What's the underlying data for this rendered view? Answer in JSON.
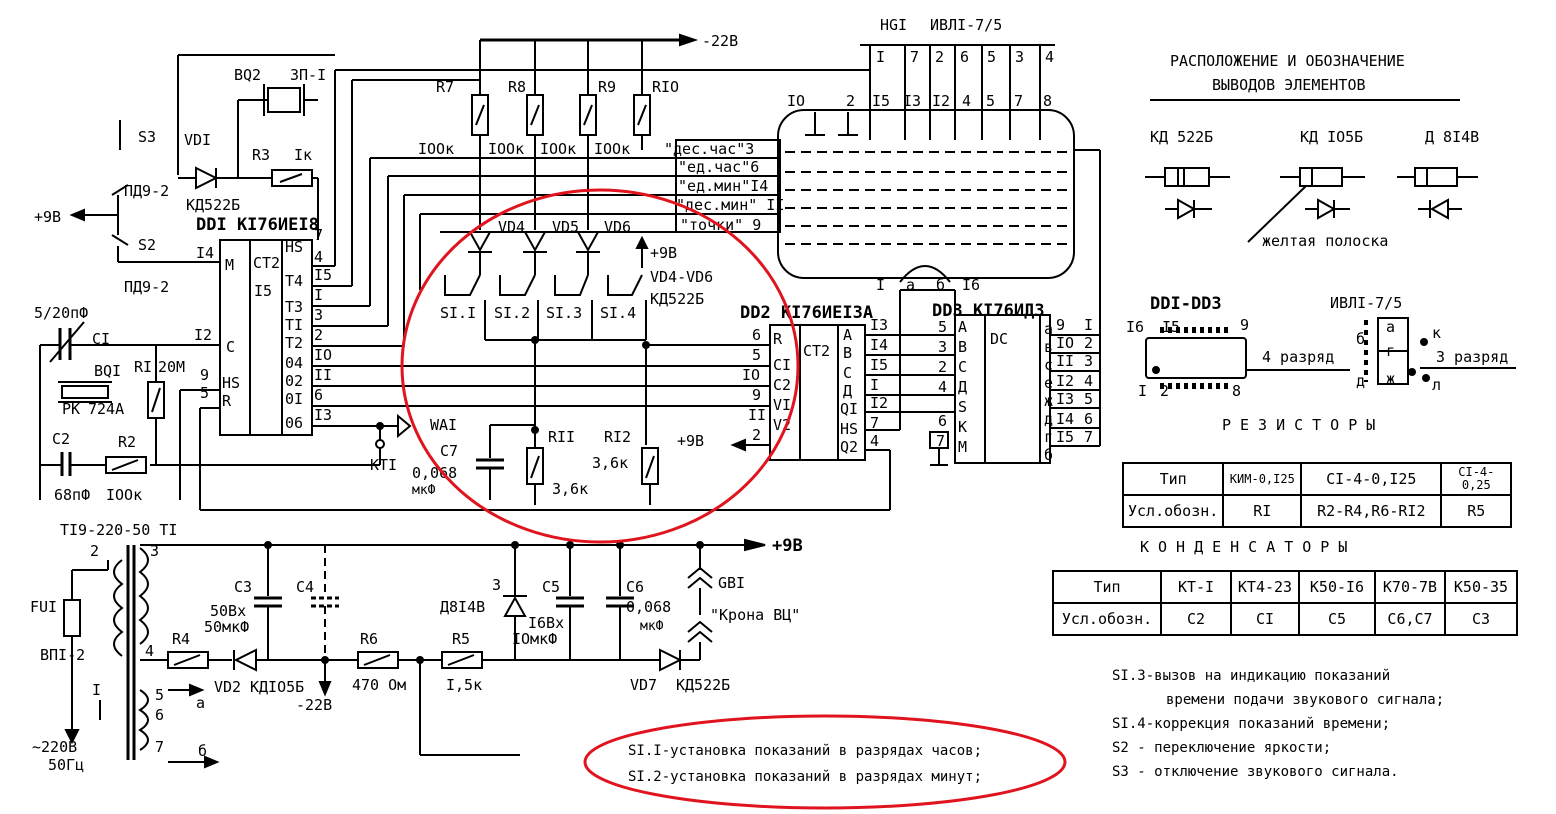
{
  "schematic": {
    "supply_top": "-22В",
    "supply_pos": "+9В",
    "supply_pos2": "+9В",
    "supply_out": "+9В",
    "display_ref": "HGI",
    "display_type": "ИВЛІ-7/5",
    "display_top_pins": [
      "І",
      "7",
      "2",
      "6",
      "5",
      "3",
      "4"
    ],
    "display_bottom_pins": [
      "ІО",
      "2",
      "І5",
      "ІЗ",
      "І2",
      "4",
      "5",
      "7",
      "8"
    ],
    "display_inputs": [
      "\"дес.час\"3",
      "\"ед.час\"6",
      "\"ед.мин\"І4",
      "\"дес.мин\" ІІ",
      "\"точки\" 9"
    ],
    "display_bottom_labels": [
      "І",
      "а",
      "б",
      "І6"
    ],
    "resistors": {
      "r7": "R7",
      "r8": "R8",
      "r9": "R9",
      "r10": "RІО",
      "r7v": "ІООк",
      "r8v": "ІООк",
      "r9v": "ІООк",
      "r10v": "ІООк",
      "r3": "R3",
      "r3v": "Iк",
      "r1": "RI",
      "r1v": "20М",
      "r2": "R2",
      "r2v": "ІООк",
      "r11": "RII",
      "r11v": "3,6к",
      "r12": "RI2",
      "r12v": "3,6к",
      "r4": "R4",
      "r6": "R6",
      "r6v": "470 Ом",
      "r5": "R5",
      "r5v": "І,5к"
    },
    "diodes": {
      "vd1": "VDI",
      "vd1t": "КД522Б",
      "vd4": "VD4",
      "vd5": "VD5",
      "vd6": "VD6",
      "vd4_6": "VD4-VD6",
      "vd4_6t": "КД522Б",
      "vd2": "VD2",
      "vd2t": "КДІО5Б",
      "vd3": "Д8І4В",
      "vd7": "VD7",
      "vd7t": "КД522Б"
    },
    "switches": [
      "SI.I",
      "SI.2",
      "SI.3",
      "SI.4"
    ],
    "s2": "S2",
    "s3": "S3",
    "pd1": "ПД9-2",
    "pd2": "ПД9-2",
    "bq2": "BQ2",
    "bq2t": "ЗП-І",
    "bq1": "BQI",
    "bq1t": "РК",
    "bq1f": "724А",
    "c1": "CI",
    "c1v": "5/20пФ",
    "c2": "C2",
    "c2v": "68пФ",
    "c3": "C3",
    "c3v": "50Вх",
    "c3v2": "50мкФ",
    "c4": "C4",
    "c5": "C5",
    "c5v": "І6Вх",
    "c5v2": "ІОмкФ",
    "c6": "C6",
    "c6v": "0,068",
    "c6v2": "мкФ",
    "c7": "C7",
    "c7v": "0,068",
    "c7v2": "мкФ",
    "wa1": "WAI",
    "kt1": "КТІ",
    "gb1": "GBI",
    "gb1t": "\"Крона ВЦ\"",
    "dd1": "DDI КІ76ИЕІ8",
    "dd1_ct": "CT2",
    "dd1_m": "M",
    "dd1_c": "C",
    "dd1_hs": "HS",
    "dd1_r": "R",
    "dd1_left_pins": [
      "І4",
      "І2",
      "9",
      "5"
    ],
    "dd1_right": [
      "HS",
      "Т4",
      "ТЗ",
      "ТІ",
      "Т2",
      "04",
      "02",
      "0І",
      "06"
    ],
    "dd1_right_pins": [
      "7",
      "4",
      "І5",
      "І",
      "З",
      "2",
      "ІО",
      "ІІ",
      "6",
      "ІЗ"
    ],
    "dd1_15": "І5",
    "dd2": "DD2 КІ76ИЕІЗА",
    "dd2_ct": "CT2",
    "dd2_left": [
      "R",
      "CI",
      "C2",
      "VI",
      "V2"
    ],
    "dd2_left_pins": [
      "6",
      "5",
      "ІО",
      "9",
      "ІІ",
      "2"
    ],
    "dd2_right": [
      "A",
      "B",
      "C",
      "Д",
      "QI",
      "HS",
      "Q2"
    ],
    "dd2_right_pins": [
      "ІЗ",
      "І4",
      "І5",
      "І",
      "І2",
      "7",
      "4"
    ],
    "dd3": "DD3 КІ76ИДЗ",
    "dd3_dc": "DC",
    "dd3_left": [
      "A",
      "B",
      "C",
      "Д",
      "S",
      "K",
      "M"
    ],
    "dd3_left_pins": [
      "5",
      "3",
      "2",
      "4",
      "6",
      "7"
    ],
    "dd3_right": [
      "а",
      "в",
      "с",
      "е",
      "ж",
      "д",
      "г",
      "б"
    ],
    "dd3_right_pins": [
      "9",
      "І",
      "ІО",
      "2",
      "ІІ",
      "З",
      "І2",
      "4",
      "ІЗ",
      "5",
      "І4",
      "6",
      "І5",
      "7"
    ],
    "transformer": "ТІ9-220-50 ТІ",
    "t_pins": [
      "2",
      "3",
      "4",
      "5",
      "6",
      "7"
    ],
    "t_a": "а",
    "t_b": "б",
    "fuse": "FUI",
    "fuse_t": "ВПІ-2",
    "mains": "~220В",
    "mains_f": "50Гц",
    "pin_i": "І",
    "out_22": "-22В"
  },
  "side": {
    "title_line1": "РАСПОЛОЖЕНИЕ И ОБОЗНАЧЕНИЕ",
    "title_line2": "ВЫВОДОВ ЭЛЕМЕНТОВ",
    "diode_types": [
      "КД 522Б",
      "КД ІО5Б",
      "Д 8І4В"
    ],
    "stripe_label": "желтая полоска",
    "dd_label": "DDI-DD3",
    "dd_pins": [
      "І6",
      "І5",
      "9",
      "І",
      "2",
      "8"
    ],
    "ivl_label": "ИВЛІ-7/5",
    "seg_labels": [
      "а",
      "б",
      "г",
      "к",
      "д",
      "ж",
      "л"
    ],
    "digit4": "4 разряд",
    "digit3": "3 разряд",
    "resistors_title": "РЕЗИСТОРЫ",
    "resistors_table": {
      "row1": [
        "Тип",
        "КИМ-0,І25",
        "CI-4-0,І25",
        "CI-4-0,25"
      ],
      "row2": [
        "Усл.обозн.",
        "RI",
        "R2-R4,R6-RI2",
        "R5"
      ]
    },
    "capacitors_title": "КОНДЕНСАТОРЫ",
    "capacitors_table": {
      "row1": [
        "Тип",
        "КТ-І",
        "КТ4-23",
        "К50-І6",
        "К70-7В",
        "К50-35"
      ],
      "row2": [
        "Усл.обозн.",
        "C2",
        "CI",
        "C5",
        "C6,C7",
        "C3"
      ]
    },
    "notes": [
      "SI.3-вызов на индикацию показаний",
      "времени подачи звукового сигнала;",
      "SI.4-коррекция показаний времени;",
      "S2 - переключение яркости;",
      "S3 - отключение звукового сигнала."
    ],
    "bottom_notes": [
      "SI.I-установка показаний в разрядах часов;",
      "SI.2-установка показаний в разрядах минут;"
    ]
  },
  "colors": {
    "ink": "#000000",
    "highlight": "#e0141e",
    "paper": "#ffffff"
  }
}
